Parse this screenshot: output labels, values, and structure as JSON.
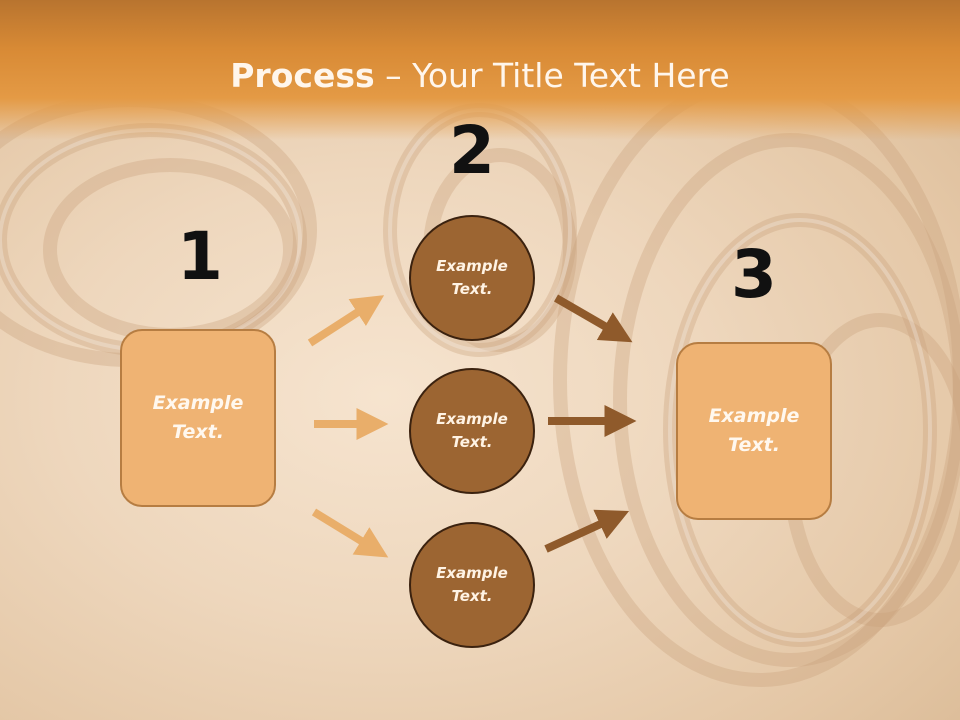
{
  "title": {
    "strong": "Process",
    "rest": " – Your Title Text Here"
  },
  "steps": {
    "one": "1",
    "two": "2",
    "three": "3"
  },
  "left_box": {
    "text": "Example Text."
  },
  "circles": [
    {
      "text": "Example Text."
    },
    {
      "text": "Example Text."
    },
    {
      "text": "Example Text."
    }
  ],
  "right_box": {
    "text": "Example Text."
  },
  "colors": {
    "header": "#d88a35",
    "box_fill": "#efb373",
    "circle_fill": "#9c6532",
    "light_arrow": "#e9ae6a",
    "dark_arrow": "#8f5a2b"
  }
}
